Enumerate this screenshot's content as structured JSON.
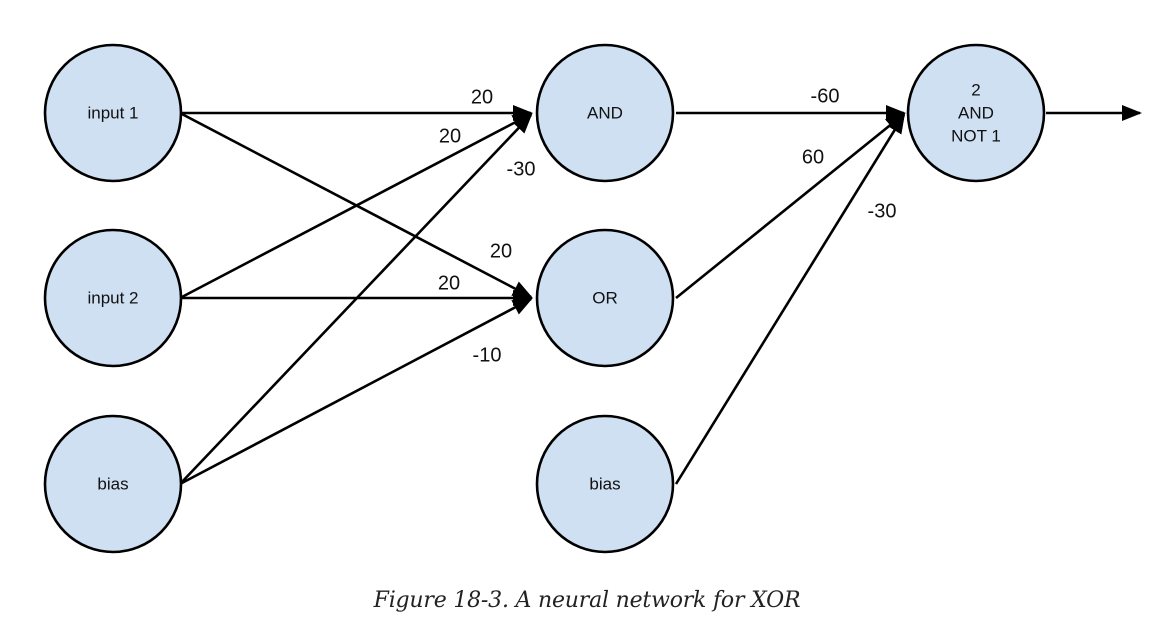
{
  "diagram": {
    "nodes": {
      "input1": "input 1",
      "input2": "input 2",
      "bias1": "bias",
      "and": "AND",
      "or": "OR",
      "bias2": "bias",
      "out_line1": "2",
      "out_line2": "AND",
      "out_line3": "NOT 1"
    },
    "weights": {
      "input1_and": "20",
      "input2_and": "20",
      "bias_and": "-30",
      "input1_or": "20",
      "input2_or": "20",
      "bias_or": "-10",
      "and_out": "-60",
      "or_out": "60",
      "bias_out": "-30"
    }
  },
  "caption": "Figure 18-3. A neural network for XOR"
}
